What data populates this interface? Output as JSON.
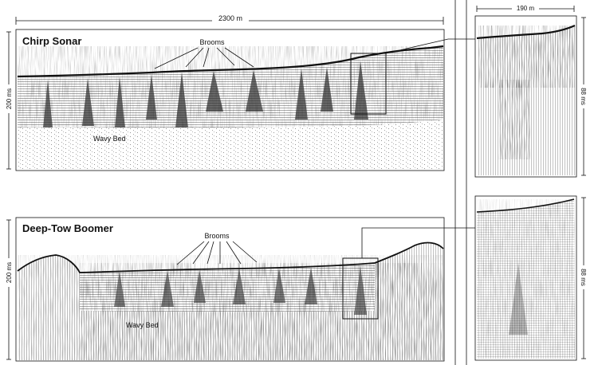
{
  "scale": {
    "horizontal_left": "2300 m",
    "horizontal_right": "190 m",
    "vertical_left": "200 ms",
    "vertical_right": "88 ms"
  },
  "panels": {
    "chirp": {
      "title": "Chirp Sonar",
      "brooms_label": "Brooms",
      "wavy_label": "Wavy Bed"
    },
    "boomer": {
      "title": "Deep-Tow Boomer",
      "brooms_label": "Brooms",
      "wavy_label": "Wavy Bed"
    }
  },
  "colors": {
    "ink": "#111111",
    "paper": "#ffffff",
    "sediment": "#3a3a3a"
  }
}
